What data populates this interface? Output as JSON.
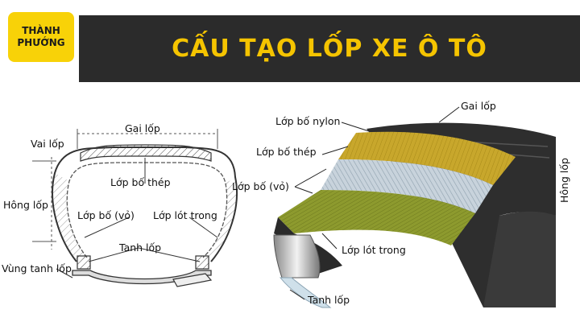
{
  "brand": {
    "line1": "THÀNH",
    "line2": "PHƯỚNG"
  },
  "title": "CẤU TẠO LỐP XE Ô TÔ",
  "left_diagram": {
    "labels": {
      "gai_lop": "Gai lốp",
      "vai_lop": "Vai lốp",
      "hong_lop": "Hông lốp",
      "vung_tanh_lop": "Vùng tanh lốp",
      "lop_bo_thep": "Lớp bố thép",
      "lop_bo_vo": "Lớp bố (vỏ)",
      "lop_lot_trong": "Lớp lót trong",
      "tanh_lop": "Tanh lốp"
    }
  },
  "right_diagram": {
    "labels": {
      "gai_lop": "Gai lốp",
      "lop_bo_nylon": "Lớp bố nylon",
      "lop_bo_thep": "Lớp bố thép",
      "lop_bo_vo": "Lớp bố (vỏ)",
      "hong_lop": "Hông lốp",
      "lop_lot_trong": "Lớp lót trong",
      "tanh_lop": "Tanh lốp"
    }
  },
  "colors": {
    "banner": "#2b2b2b",
    "title": "#f5c400",
    "logo": "#f8d208",
    "nylon": "#c8a72c",
    "steel": "#c8d3dc",
    "carcass": "#8d9a2e",
    "rubber": "#2e2e2e"
  }
}
